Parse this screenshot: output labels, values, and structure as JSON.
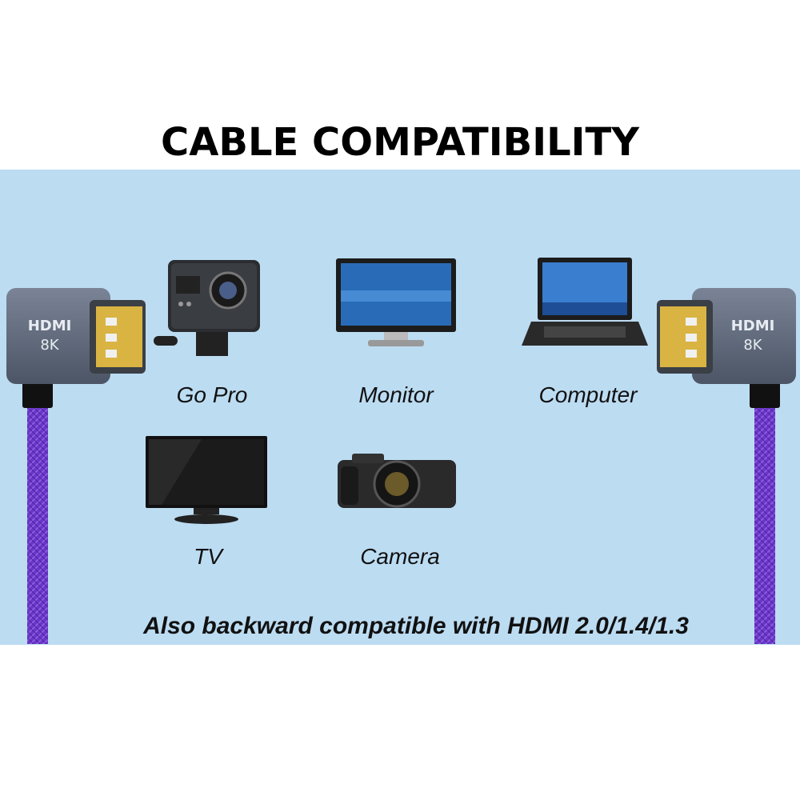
{
  "title": "CABLE COMPATIBILITY",
  "devices": [
    {
      "label": "Go Pro"
    },
    {
      "label": "Monitor"
    },
    {
      "label": "Computer"
    },
    {
      "label": "TV"
    },
    {
      "label": "Camera"
    }
  ],
  "connector": {
    "brand": "HDMI",
    "spec": "8K"
  },
  "footnote": "Also backward compatible with HDMI 2.0/1.4/1.3",
  "colors": {
    "panel": "#bcdcf2",
    "cable": "#6a36c8",
    "connector_shell": "#5a6478"
  }
}
